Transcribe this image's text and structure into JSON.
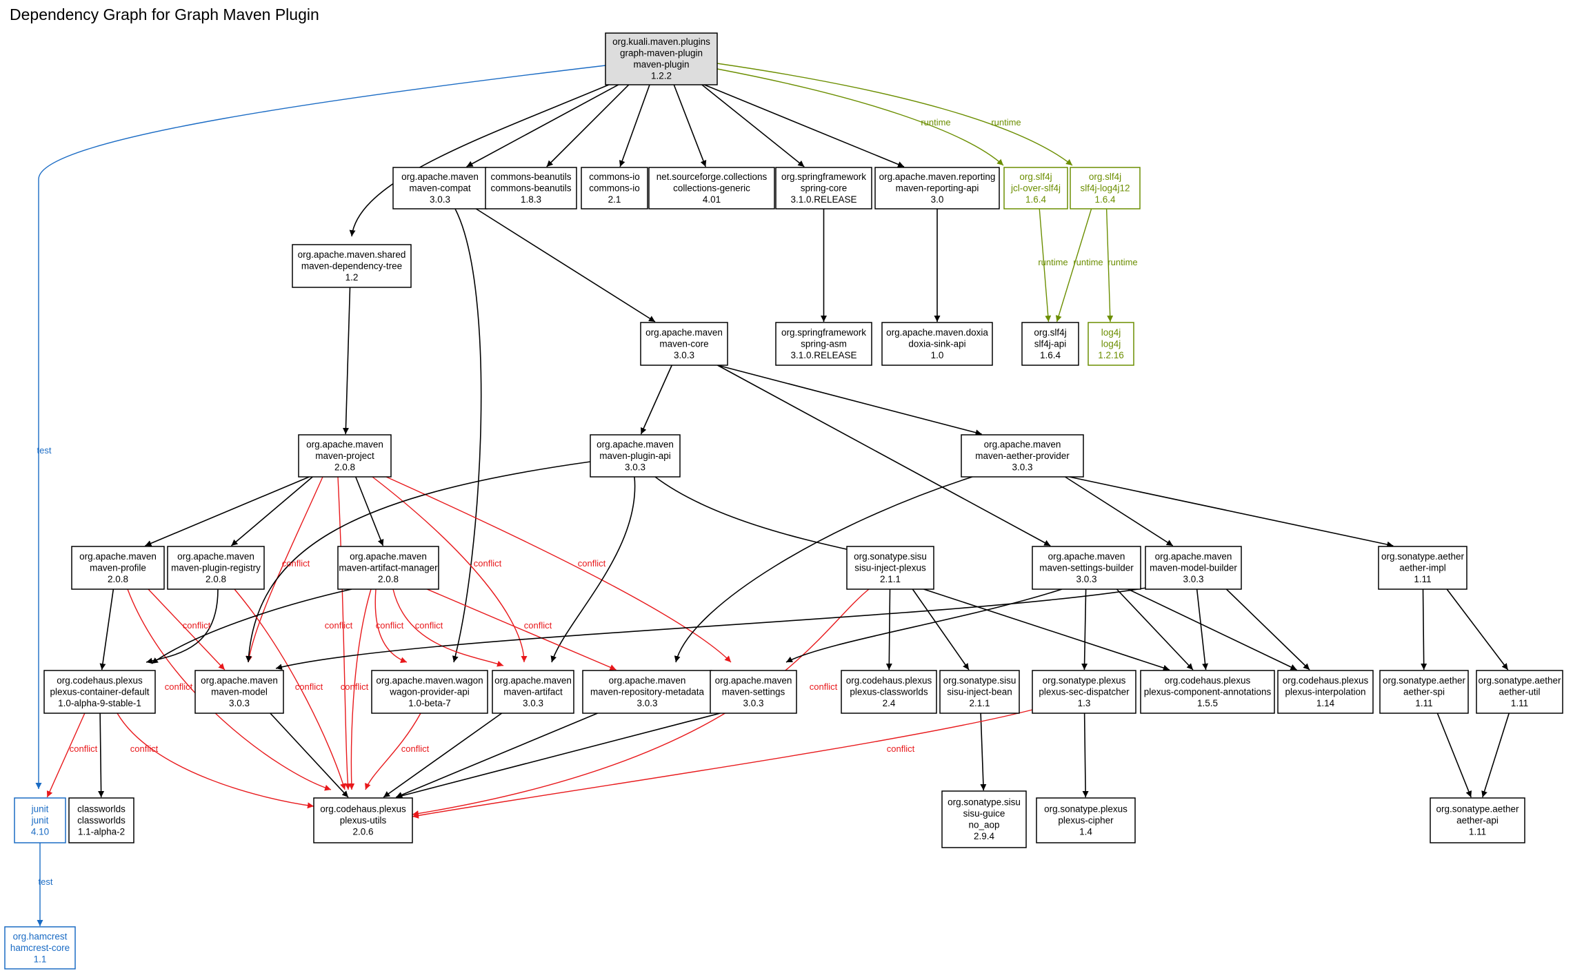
{
  "title": "Dependency Graph for Graph Maven Plugin",
  "colors": {
    "default": "#000000",
    "root_fill": "#dddddd",
    "runtime": "#6b8e00",
    "test": "#1a6bc4",
    "conflict": "#e8181b"
  },
  "nodes": [
    {
      "id": "root",
      "lines": [
        "org.kuali.maven.plugins",
        "graph-maven-plugin",
        "maven-plugin",
        "1.2.2"
      ],
      "style": "root"
    },
    {
      "id": "maven-compat",
      "lines": [
        "org.apache.maven",
        "maven-compat",
        "3.0.3"
      ],
      "style": "default"
    },
    {
      "id": "commons-beanutils",
      "lines": [
        "commons-beanutils",
        "commons-beanutils",
        "1.8.3"
      ],
      "style": "default"
    },
    {
      "id": "commons-io",
      "lines": [
        "commons-io",
        "commons-io",
        "2.1"
      ],
      "style": "default"
    },
    {
      "id": "collections-generic",
      "lines": [
        "net.sourceforge.collections",
        "collections-generic",
        "4.01"
      ],
      "style": "default"
    },
    {
      "id": "spring-core",
      "lines": [
        "org.springframework",
        "spring-core",
        "3.1.0.RELEASE"
      ],
      "style": "default"
    },
    {
      "id": "maven-reporting-api",
      "lines": [
        "org.apache.maven.reporting",
        "maven-reporting-api",
        "3.0"
      ],
      "style": "default"
    },
    {
      "id": "jcl-over-slf4j",
      "lines": [
        "org.slf4j",
        "jcl-over-slf4j",
        "1.6.4"
      ],
      "style": "runtime"
    },
    {
      "id": "slf4j-log4j12",
      "lines": [
        "org.slf4j",
        "slf4j-log4j12",
        "1.6.4"
      ],
      "style": "runtime"
    },
    {
      "id": "maven-dependency-tree",
      "lines": [
        "org.apache.maven.shared",
        "maven-dependency-tree",
        "1.2"
      ],
      "style": "default"
    },
    {
      "id": "maven-core",
      "lines": [
        "org.apache.maven",
        "maven-core",
        "3.0.3"
      ],
      "style": "default"
    },
    {
      "id": "spring-asm",
      "lines": [
        "org.springframework",
        "spring-asm",
        "3.1.0.RELEASE"
      ],
      "style": "default"
    },
    {
      "id": "doxia-sink-api",
      "lines": [
        "org.apache.maven.doxia",
        "doxia-sink-api",
        "1.0"
      ],
      "style": "default"
    },
    {
      "id": "slf4j-api",
      "lines": [
        "org.slf4j",
        "slf4j-api",
        "1.6.4"
      ],
      "style": "default"
    },
    {
      "id": "log4j",
      "lines": [
        "log4j",
        "log4j",
        "1.2.16"
      ],
      "style": "runtime"
    },
    {
      "id": "maven-project",
      "lines": [
        "org.apache.maven",
        "maven-project",
        "2.0.8"
      ],
      "style": "default"
    },
    {
      "id": "maven-plugin-api",
      "lines": [
        "org.apache.maven",
        "maven-plugin-api",
        "3.0.3"
      ],
      "style": "default"
    },
    {
      "id": "maven-aether-provider",
      "lines": [
        "org.apache.maven",
        "maven-aether-provider",
        "3.0.3"
      ],
      "style": "default"
    },
    {
      "id": "maven-profile",
      "lines": [
        "org.apache.maven",
        "maven-profile",
        "2.0.8"
      ],
      "style": "default"
    },
    {
      "id": "maven-plugin-registry",
      "lines": [
        "org.apache.maven",
        "maven-plugin-registry",
        "2.0.8"
      ],
      "style": "default"
    },
    {
      "id": "maven-artifact-manager",
      "lines": [
        "org.apache.maven",
        "maven-artifact-manager",
        "2.0.8"
      ],
      "style": "default"
    },
    {
      "id": "sisu-inject-plexus",
      "lines": [
        "org.sonatype.sisu",
        "sisu-inject-plexus",
        "2.1.1"
      ],
      "style": "default"
    },
    {
      "id": "maven-settings-builder",
      "lines": [
        "org.apache.maven",
        "maven-settings-builder",
        "3.0.3"
      ],
      "style": "default"
    },
    {
      "id": "maven-model-builder",
      "lines": [
        "org.apache.maven",
        "maven-model-builder",
        "3.0.3"
      ],
      "style": "default"
    },
    {
      "id": "aether-impl",
      "lines": [
        "org.sonatype.aether",
        "aether-impl",
        "1.11"
      ],
      "style": "default"
    },
    {
      "id": "plexus-container-default",
      "lines": [
        "org.codehaus.plexus",
        "plexus-container-default",
        "1.0-alpha-9-stable-1"
      ],
      "style": "default"
    },
    {
      "id": "maven-model",
      "lines": [
        "org.apache.maven",
        "maven-model",
        "3.0.3"
      ],
      "style": "default"
    },
    {
      "id": "wagon-provider-api",
      "lines": [
        "org.apache.maven.wagon",
        "wagon-provider-api",
        "1.0-beta-7"
      ],
      "style": "default"
    },
    {
      "id": "maven-artifact",
      "lines": [
        "org.apache.maven",
        "maven-artifact",
        "3.0.3"
      ],
      "style": "default"
    },
    {
      "id": "maven-repository-metadata",
      "lines": [
        "org.apache.maven",
        "maven-repository-metadata",
        "3.0.3"
      ],
      "style": "default"
    },
    {
      "id": "maven-settings",
      "lines": [
        "org.apache.maven",
        "maven-settings",
        "3.0.3"
      ],
      "style": "default"
    },
    {
      "id": "plexus-classworlds",
      "lines": [
        "org.codehaus.plexus",
        "plexus-classworlds",
        "2.4"
      ],
      "style": "default"
    },
    {
      "id": "sisu-inject-bean",
      "lines": [
        "org.sonatype.sisu",
        "sisu-inject-bean",
        "2.1.1"
      ],
      "style": "default"
    },
    {
      "id": "plexus-sec-dispatcher",
      "lines": [
        "org.sonatype.plexus",
        "plexus-sec-dispatcher",
        "1.3"
      ],
      "style": "default"
    },
    {
      "id": "plexus-component-annotations",
      "lines": [
        "org.codehaus.plexus",
        "plexus-component-annotations",
        "1.5.5"
      ],
      "style": "default"
    },
    {
      "id": "plexus-interpolation",
      "lines": [
        "org.codehaus.plexus",
        "plexus-interpolation",
        "1.14"
      ],
      "style": "default"
    },
    {
      "id": "aether-spi",
      "lines": [
        "org.sonatype.aether",
        "aether-spi",
        "1.11"
      ],
      "style": "default"
    },
    {
      "id": "aether-util",
      "lines": [
        "org.sonatype.aether",
        "aether-util",
        "1.11"
      ],
      "style": "default"
    },
    {
      "id": "junit",
      "lines": [
        "junit",
        "junit",
        "4.10"
      ],
      "style": "test"
    },
    {
      "id": "classworlds",
      "lines": [
        "classworlds",
        "classworlds",
        "1.1-alpha-2"
      ],
      "style": "default"
    },
    {
      "id": "plexus-utils",
      "lines": [
        "org.codehaus.plexus",
        "plexus-utils",
        "2.0.6"
      ],
      "style": "default"
    },
    {
      "id": "sisu-guice",
      "lines": [
        "org.sonatype.sisu",
        "sisu-guice",
        "no_aop",
        "2.9.4"
      ],
      "style": "default"
    },
    {
      "id": "plexus-cipher",
      "lines": [
        "org.sonatype.plexus",
        "plexus-cipher",
        "1.4"
      ],
      "style": "default"
    },
    {
      "id": "aether-api",
      "lines": [
        "org.sonatype.aether",
        "aether-api",
        "1.11"
      ],
      "style": "default"
    },
    {
      "id": "hamcrest-core",
      "lines": [
        "org.hamcrest",
        "hamcrest-core",
        "1.1"
      ],
      "style": "test"
    }
  ],
  "edges": [
    {
      "from": "root",
      "to": "maven-compat",
      "type": "default",
      "label": ""
    },
    {
      "from": "root",
      "to": "commons-beanutils",
      "type": "default",
      "label": ""
    },
    {
      "from": "root",
      "to": "commons-io",
      "type": "default",
      "label": ""
    },
    {
      "from": "root",
      "to": "collections-generic",
      "type": "default",
      "label": ""
    },
    {
      "from": "root",
      "to": "spring-core",
      "type": "default",
      "label": ""
    },
    {
      "from": "root",
      "to": "maven-reporting-api",
      "type": "default",
      "label": ""
    },
    {
      "from": "root",
      "to": "jcl-over-slf4j",
      "type": "runtime",
      "label": "runtime"
    },
    {
      "from": "root",
      "to": "slf4j-log4j12",
      "type": "runtime",
      "label": "runtime"
    },
    {
      "from": "root",
      "to": "maven-dependency-tree",
      "type": "default",
      "label": ""
    },
    {
      "from": "root",
      "to": "junit",
      "type": "test",
      "label": "test"
    },
    {
      "from": "maven-compat",
      "to": "maven-core",
      "type": "default",
      "label": ""
    },
    {
      "from": "maven-compat",
      "to": "wagon-provider-api",
      "type": "default",
      "label": ""
    },
    {
      "from": "spring-core",
      "to": "spring-asm",
      "type": "default",
      "label": ""
    },
    {
      "from": "maven-reporting-api",
      "to": "doxia-sink-api",
      "type": "default",
      "label": ""
    },
    {
      "from": "jcl-over-slf4j",
      "to": "slf4j-api",
      "type": "runtime",
      "label": "runtime"
    },
    {
      "from": "slf4j-log4j12",
      "to": "slf4j-api",
      "type": "runtime",
      "label": "runtime"
    },
    {
      "from": "slf4j-log4j12",
      "to": "log4j",
      "type": "runtime",
      "label": "runtime"
    },
    {
      "from": "maven-dependency-tree",
      "to": "maven-project",
      "type": "default",
      "label": ""
    },
    {
      "from": "maven-core",
      "to": "maven-plugin-api",
      "type": "default",
      "label": ""
    },
    {
      "from": "maven-core",
      "to": "maven-aether-provider",
      "type": "default",
      "label": ""
    },
    {
      "from": "maven-core",
      "to": "maven-settings-builder",
      "type": "default",
      "label": ""
    },
    {
      "from": "maven-project",
      "to": "maven-profile",
      "type": "default",
      "label": ""
    },
    {
      "from": "maven-project",
      "to": "maven-plugin-registry",
      "type": "default",
      "label": ""
    },
    {
      "from": "maven-project",
      "to": "maven-artifact-manager",
      "type": "default",
      "label": ""
    },
    {
      "from": "maven-project",
      "to": "maven-model",
      "type": "conflict",
      "label": "conflict"
    },
    {
      "from": "maven-project",
      "to": "plexus-utils",
      "type": "conflict",
      "label": "conflict"
    },
    {
      "from": "maven-project",
      "to": "maven-artifact",
      "type": "conflict",
      "label": "conflict"
    },
    {
      "from": "maven-project",
      "to": "maven-settings",
      "type": "conflict",
      "label": "conflict"
    },
    {
      "from": "maven-plugin-api",
      "to": "maven-model",
      "type": "default",
      "label": ""
    },
    {
      "from": "maven-plugin-api",
      "to": "maven-artifact",
      "type": "default",
      "label": ""
    },
    {
      "from": "maven-plugin-api",
      "to": "sisu-inject-plexus",
      "type": "default",
      "label": ""
    },
    {
      "from": "maven-aether-provider",
      "to": "maven-repository-metadata",
      "type": "default",
      "label": ""
    },
    {
      "from": "maven-aether-provider",
      "to": "maven-model-builder",
      "type": "default",
      "label": ""
    },
    {
      "from": "maven-aether-provider",
      "to": "aether-impl",
      "type": "default",
      "label": ""
    },
    {
      "from": "maven-profile",
      "to": "plexus-container-default",
      "type": "default",
      "label": ""
    },
    {
      "from": "maven-profile",
      "to": "maven-model",
      "type": "conflict",
      "label": "conflict"
    },
    {
      "from": "maven-profile",
      "to": "plexus-utils",
      "type": "conflict",
      "label": "conflict"
    },
    {
      "from": "maven-plugin-registry",
      "to": "plexus-container-default",
      "type": "default",
      "label": ""
    },
    {
      "from": "maven-plugin-registry",
      "to": "plexus-utils",
      "type": "conflict",
      "label": "conflict"
    },
    {
      "from": "maven-artifact-manager",
      "to": "plexus-container-default",
      "type": "default",
      "label": ""
    },
    {
      "from": "maven-artifact-manager",
      "to": "wagon-provider-api",
      "type": "conflict",
      "label": "conflict"
    },
    {
      "from": "maven-artifact-manager",
      "to": "maven-artifact",
      "type": "conflict",
      "label": "conflict"
    },
    {
      "from": "maven-artifact-manager",
      "to": "maven-repository-metadata",
      "type": "conflict",
      "label": "conflict"
    },
    {
      "from": "maven-artifact-manager",
      "to": "plexus-utils",
      "type": "conflict",
      "label": "conflict"
    },
    {
      "from": "sisu-inject-plexus",
      "to": "plexus-classworlds",
      "type": "default",
      "label": ""
    },
    {
      "from": "sisu-inject-plexus",
      "to": "sisu-inject-bean",
      "type": "default",
      "label": ""
    },
    {
      "from": "sisu-inject-plexus",
      "to": "plexus-component-annotations",
      "type": "default",
      "label": ""
    },
    {
      "from": "sisu-inject-plexus",
      "to": "plexus-utils",
      "type": "conflict",
      "label": "conflict"
    },
    {
      "from": "maven-settings-builder",
      "to": "maven-settings",
      "type": "default",
      "label": ""
    },
    {
      "from": "maven-settings-builder",
      "to": "plexus-sec-dispatcher",
      "type": "default",
      "label": ""
    },
    {
      "from": "maven-settings-builder",
      "to": "plexus-component-annotations",
      "type": "default",
      "label": ""
    },
    {
      "from": "maven-settings-builder",
      "to": "plexus-interpolation",
      "type": "default",
      "label": ""
    },
    {
      "from": "maven-model-builder",
      "to": "maven-model",
      "type": "default",
      "label": ""
    },
    {
      "from": "maven-model-builder",
      "to": "plexus-component-annotations",
      "type": "default",
      "label": ""
    },
    {
      "from": "maven-model-builder",
      "to": "plexus-interpolation",
      "type": "default",
      "label": ""
    },
    {
      "from": "aether-impl",
      "to": "aether-spi",
      "type": "default",
      "label": ""
    },
    {
      "from": "aether-impl",
      "to": "aether-util",
      "type": "default",
      "label": ""
    },
    {
      "from": "plexus-container-default",
      "to": "junit",
      "type": "conflict",
      "label": "conflict"
    },
    {
      "from": "plexus-container-default",
      "to": "classworlds",
      "type": "default",
      "label": ""
    },
    {
      "from": "plexus-container-default",
      "to": "plexus-utils",
      "type": "conflict",
      "label": "conflict"
    },
    {
      "from": "maven-model",
      "to": "plexus-utils",
      "type": "default",
      "label": ""
    },
    {
      "from": "wagon-provider-api",
      "to": "plexus-utils",
      "type": "conflict",
      "label": "conflict"
    },
    {
      "from": "maven-artifact",
      "to": "plexus-utils",
      "type": "default",
      "label": ""
    },
    {
      "from": "maven-repository-metadata",
      "to": "plexus-utils",
      "type": "default",
      "label": ""
    },
    {
      "from": "maven-settings",
      "to": "plexus-utils",
      "type": "default",
      "label": ""
    },
    {
      "from": "sisu-inject-bean",
      "to": "sisu-guice",
      "type": "default",
      "label": ""
    },
    {
      "from": "plexus-sec-dispatcher",
      "to": "plexus-cipher",
      "type": "default",
      "label": ""
    },
    {
      "from": "plexus-sec-dispatcher",
      "to": "plexus-utils",
      "type": "conflict",
      "label": "conflict"
    },
    {
      "from": "aether-spi",
      "to": "aether-api",
      "type": "default",
      "label": ""
    },
    {
      "from": "aether-util",
      "to": "aether-api",
      "type": "default",
      "label": ""
    },
    {
      "from": "junit",
      "to": "hamcrest-core",
      "type": "test",
      "label": "test"
    }
  ]
}
